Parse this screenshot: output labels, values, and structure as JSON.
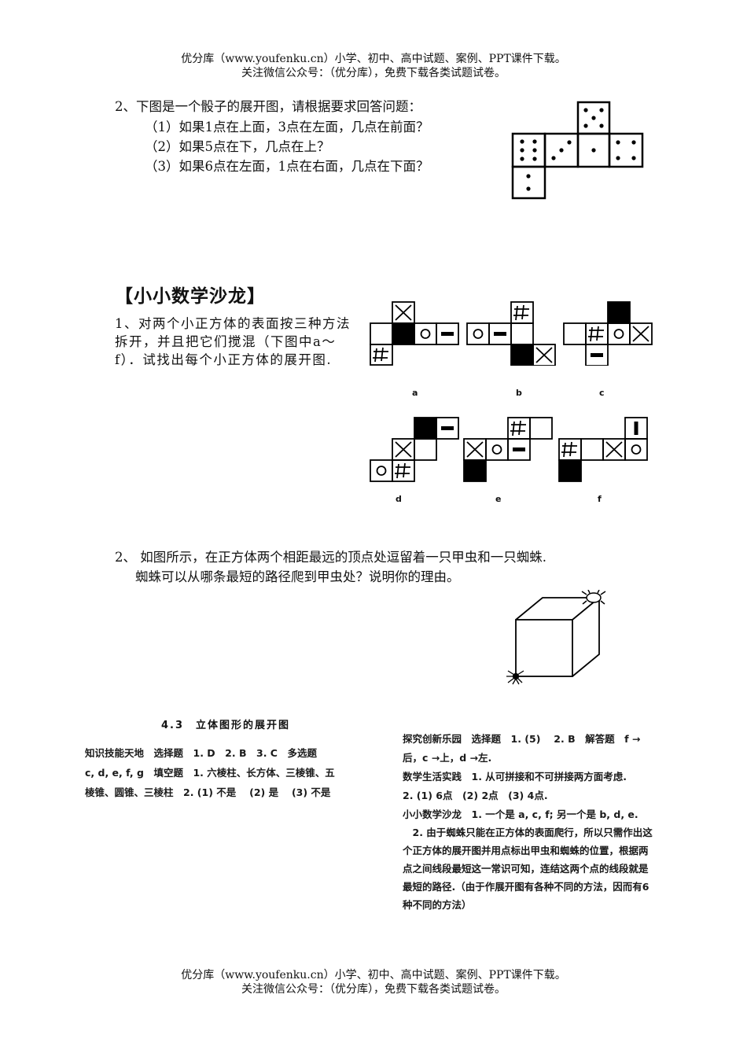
{
  "header": {
    "line1": "优分库（www.youfenku.cn）小学、初中、高中试题、案例、PPT课件下载。",
    "line2": "关注微信公众号：（优分库），免费下载各类试题试卷。"
  },
  "footer": {
    "line1": "优分库（www.youfenku.cn）小学、初中、高中试题、案例、PPT课件下载。",
    "line2": "关注微信公众号：（优分库），免费下载各类试题试卷。"
  },
  "q2_dice": {
    "stem": "2、下图是一个骰子的展开图，请根据要求回答问题：",
    "sub1": "（1）如果1点在上面，3点在左面，几点在前面？",
    "sub2": "（2）如果5点在下，几点在上？",
    "sub3": "（3）如果6点在左面，1点在右面，几点在下面？"
  },
  "salon": {
    "title": "【小小数学沙龙】",
    "q1": "1、对两个小正方体的表面按三种方法拆开，并且把它们搅混（下图中a～f）．试找出每个小正方体的展开图.",
    "net_labels": [
      "a",
      "b",
      "c",
      "d",
      "e",
      "f"
    ],
    "q2_line1": "2、 如图所示，在正方体两个相距最远的顶点处逗留着一只甲虫和一只蜘蛛.",
    "q2_line2": "蜘蛛可以从哪条最短的路径爬到甲虫处？说明你的理由。"
  },
  "answers": {
    "title": "4.3　立体图形的展开图",
    "left_lines": [
      "知识技能天地　选择题　1. D　2. B　3. C　多选题",
      "c, d, e, f, g　填空题　1. 六棱柱、长方体、三棱锥、五",
      "棱锥、圆锥、三棱柱　2. (1) 不是　 (2) 是　 (3) 不是"
    ],
    "right_lines": [
      "探究创新乐园　选择题　1. (5)　 2. B　解答题　f →",
      "后，c →上，d →左.",
      "数学生活实践　1. 从可拼接和不可拼接两方面考虑.",
      "2. (1) 6点　(2) 2点　(3) 4点.",
      "小小数学沙龙　1. 一个是 a, c, f; 另一个是 b, d, e.",
      "　2. 由于蜘蛛只能在正方体的表面爬行，所以只需作出这",
      "个正方体的展开图并用点标出甲虫和蜘蛛的位置，根据两",
      "点之间线段最短这一常识可知，连结这两个点的线段就是",
      "最短的路径.（由于作展开图有各种不同的方法，因而有6",
      "种不同的方法）"
    ]
  }
}
